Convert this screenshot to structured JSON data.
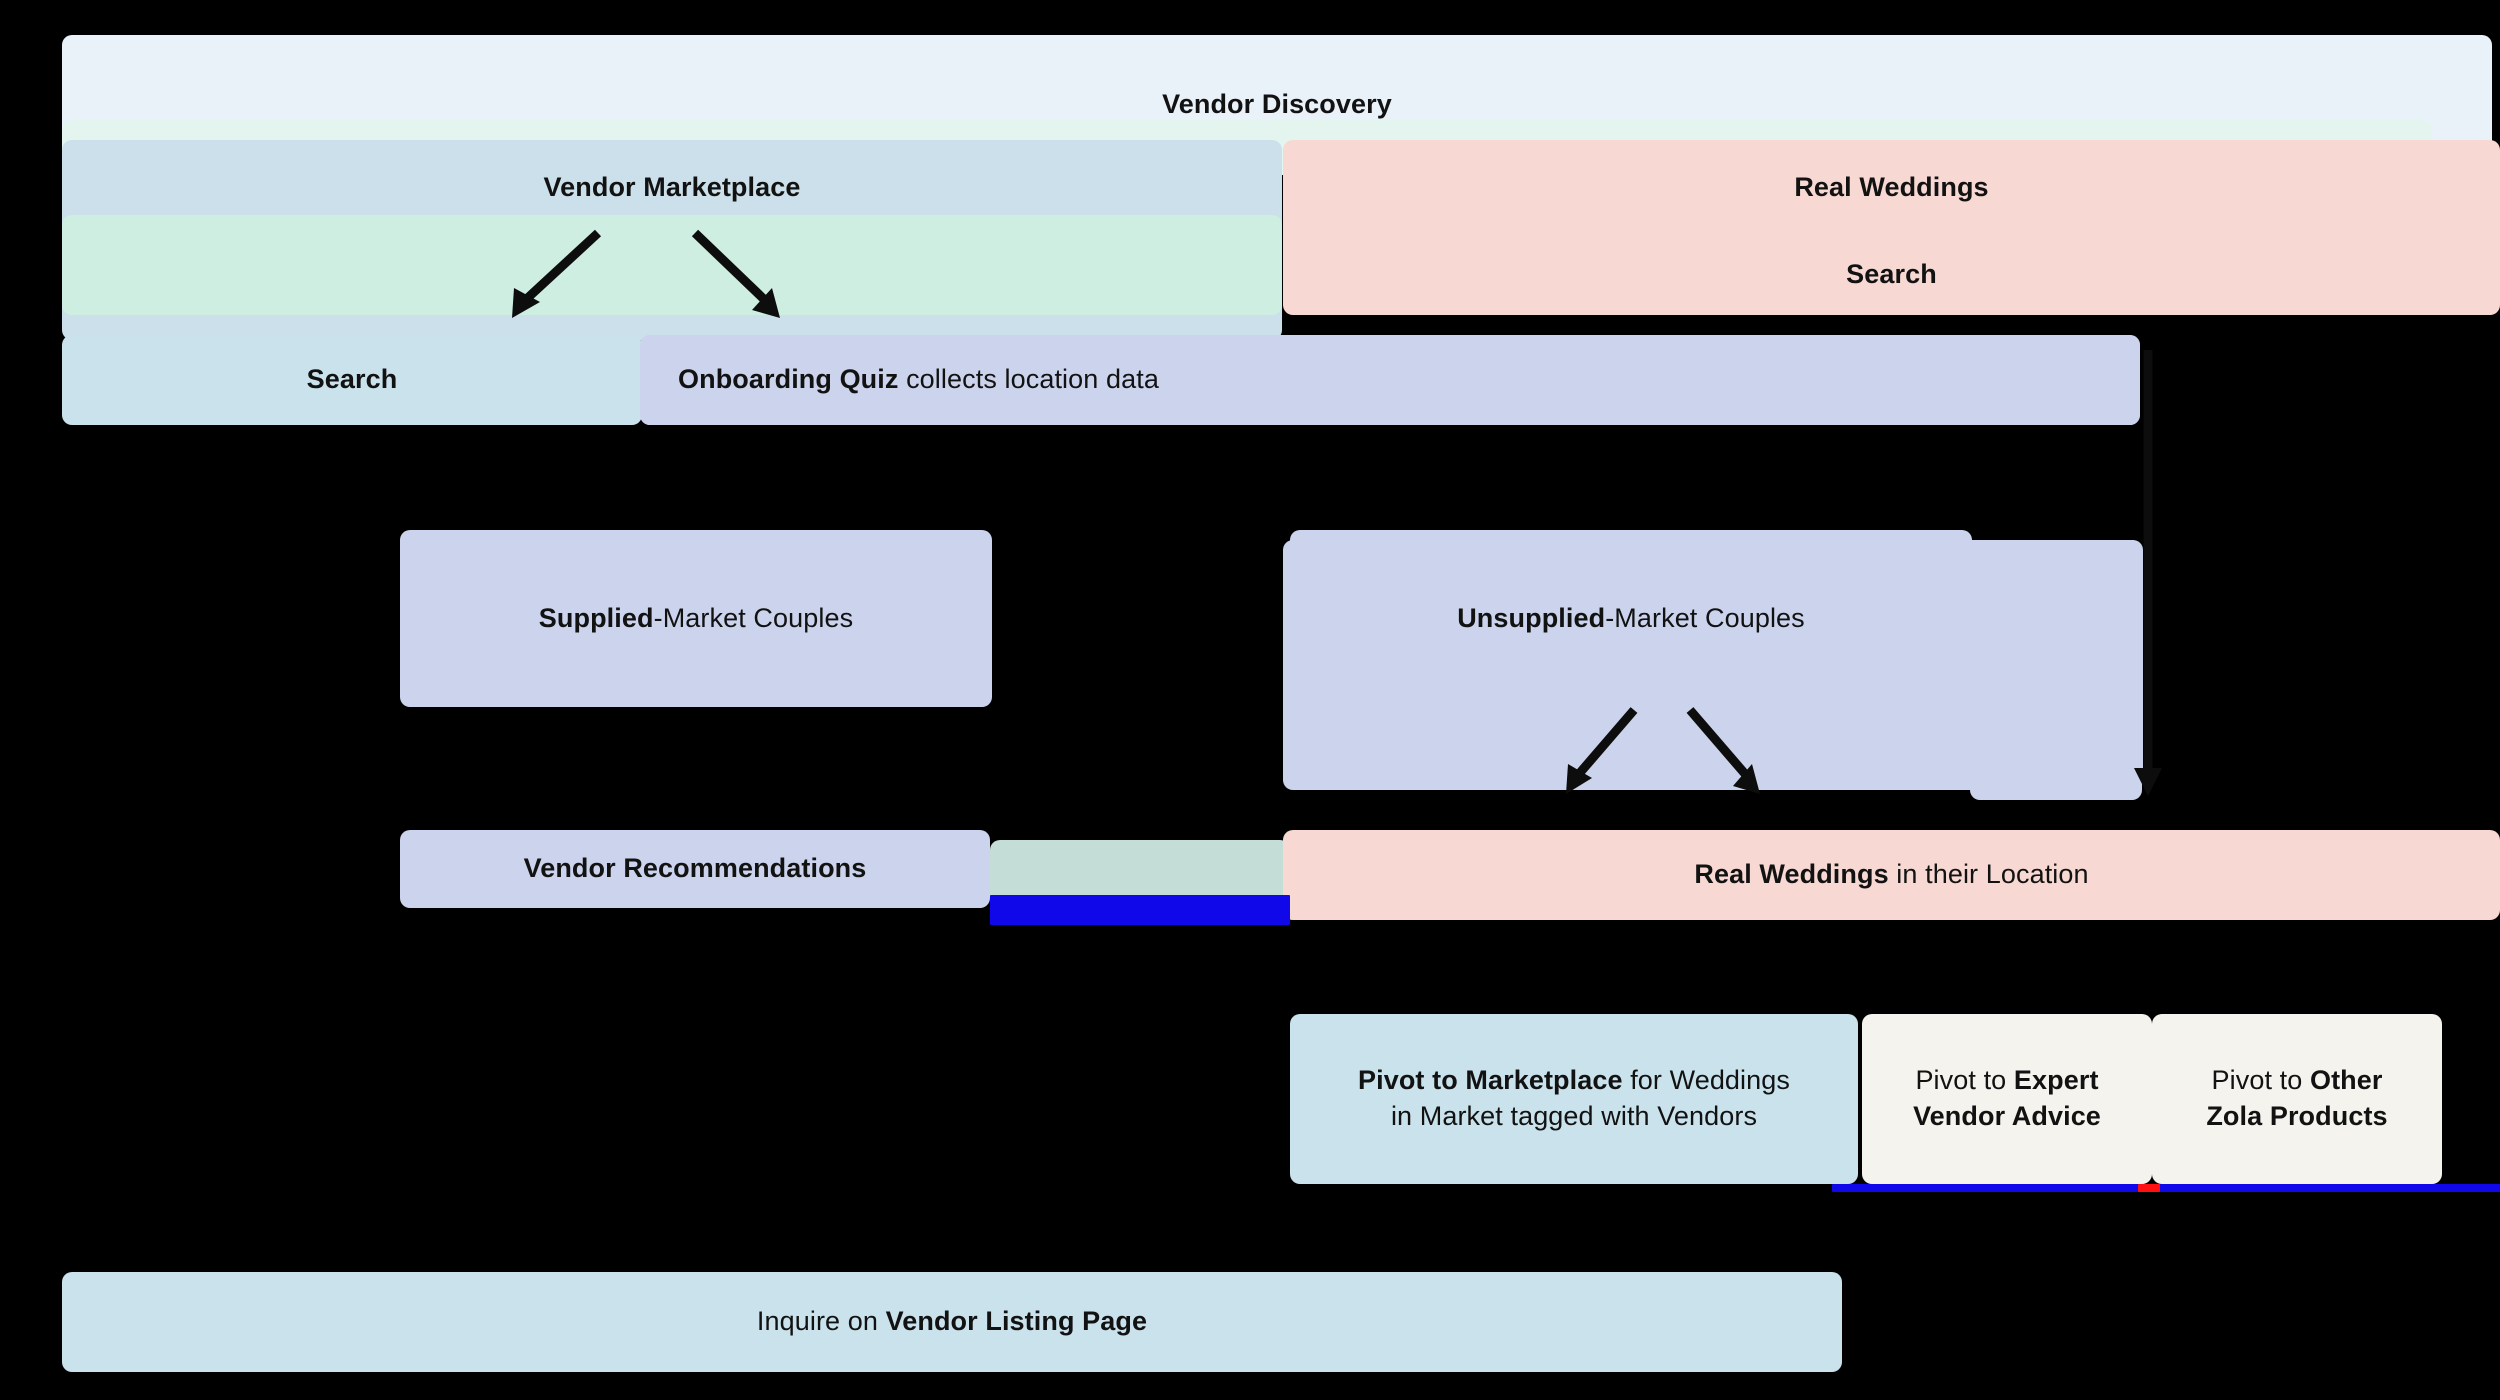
{
  "diagram": {
    "title": "Vendor Discovery",
    "type": "user-journey-flowchart",
    "background": "#000000",
    "palette": {
      "header": "#e8f1f9",
      "marketplace": "#cbe0ea",
      "real_weddings": "#f7d8d2",
      "mint": "#cdeee1",
      "periwinkle": "#cbd4ec",
      "pale_blue": "#c9e2ec",
      "cream": "#f4f3ee",
      "accent_blue": "#1008e8",
      "accent_red": "#ff1111",
      "text": "#121212"
    },
    "nodes": {
      "vendor_discovery": {
        "label": "Vendor Discovery",
        "bold": true
      },
      "vendor_marketplace": {
        "label": "Vendor Marketplace",
        "bold": true
      },
      "real_weddings": {
        "label": "Real Weddings",
        "bold": true
      },
      "real_weddings_search": {
        "label": "Search",
        "bold": true
      },
      "marketplace_search": {
        "label": "Search",
        "bold": true
      },
      "onboarding_quiz": {
        "bold_part": "Onboarding Quiz",
        "rest": " collects location data"
      },
      "supplied_couples": {
        "bold_part": "Supplied",
        "rest": "-Market Couples"
      },
      "unsupplied_couples": {
        "bold_part": "Unsupplied",
        "rest": "-Market Couples"
      },
      "vendor_recommendations": {
        "label": "Vendor Recommendations",
        "bold": true
      },
      "real_weddings_location": {
        "bold_part": "Real Weddings",
        "rest": " in their Location"
      },
      "pivot_marketplace": {
        "line1_bold": "Pivot to Marketplace",
        "line1_rest": " for Weddings",
        "line2": "in Market tagged with Vendors"
      },
      "pivot_expert": {
        "line1": "Pivot to ",
        "line1_bold": "Expert",
        "line2_bold": "Vendor Advice"
      },
      "pivot_zola": {
        "line1": "Pivot to ",
        "line1_bold": "Other",
        "line2_bold": "Zola Products"
      },
      "inquire": {
        "line1": "Inquire on ",
        "line1_bold": "Vendor Listing Page"
      }
    }
  }
}
